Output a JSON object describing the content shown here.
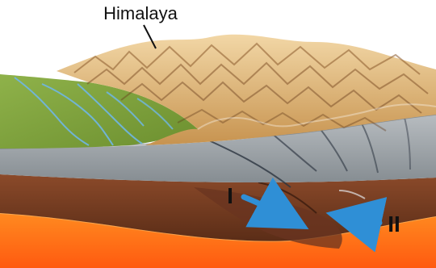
{
  "diagram": {
    "title_label": "Himalaya",
    "arrow_left_label": "I",
    "arrow_right_label": "II"
  },
  "colors": {
    "mountain_light": "#e8c58a",
    "mountain_dark": "#8a5a2b",
    "plain_green": "#8bb04a",
    "river_blue": "#6fb6e6",
    "crust_gray": "#9aa1a6",
    "mantle_brown": "#7a3f22",
    "asthenosphere_orange": "#ff7a18",
    "arrow_blue": "#2f8fd6"
  }
}
